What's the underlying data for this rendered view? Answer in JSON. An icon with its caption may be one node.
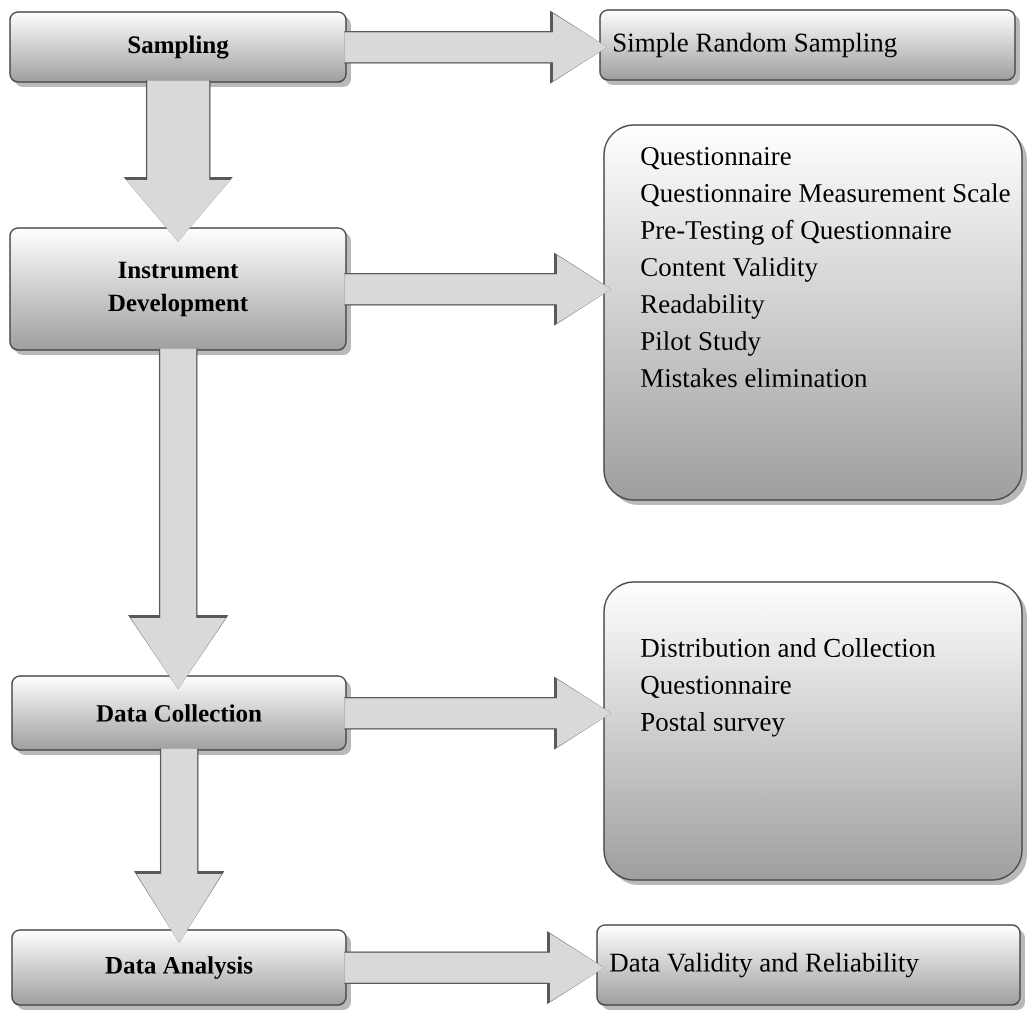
{
  "diagram": {
    "nodes": [
      {
        "text": [
          "Sampling"
        ]
      },
      {
        "text": [
          "Simple Random Sampling"
        ]
      },
      {
        "text": [
          "Instrument Development"
        ]
      },
      {
        "text": [
          "Questionnaire",
          "Questionnaire Measurement Scale",
          "Pre-Testing of Questionnaire",
          "Content Validity",
          "Readability",
          "Pilot Study",
          "Mistakes elimination"
        ]
      },
      {
        "text": [
          "Data Collection"
        ]
      },
      {
        "text": [
          "Distribution and Collection Questionnaire",
          "Postal survey"
        ]
      },
      {
        "text": [
          "Data Analysis"
        ]
      },
      {
        "text": [
          "Data Validity and Reliability"
        ]
      }
    ],
    "edges": [
      {
        "from": 0,
        "to": 1,
        "arrow": "to"
      },
      {
        "from": 0,
        "to": 2,
        "arrow": "to",
        "style": "thick"
      },
      {
        "from": 2,
        "to": 3,
        "arrow": "to"
      },
      {
        "from": 2,
        "to": 4,
        "arrow": "to"
      },
      {
        "from": 4,
        "to": 5,
        "arrow": "to"
      },
      {
        "from": 4,
        "to": 6,
        "arrow": "to"
      },
      {
        "from": 6,
        "to": 7,
        "arrow": "to"
      }
    ]
  }
}
